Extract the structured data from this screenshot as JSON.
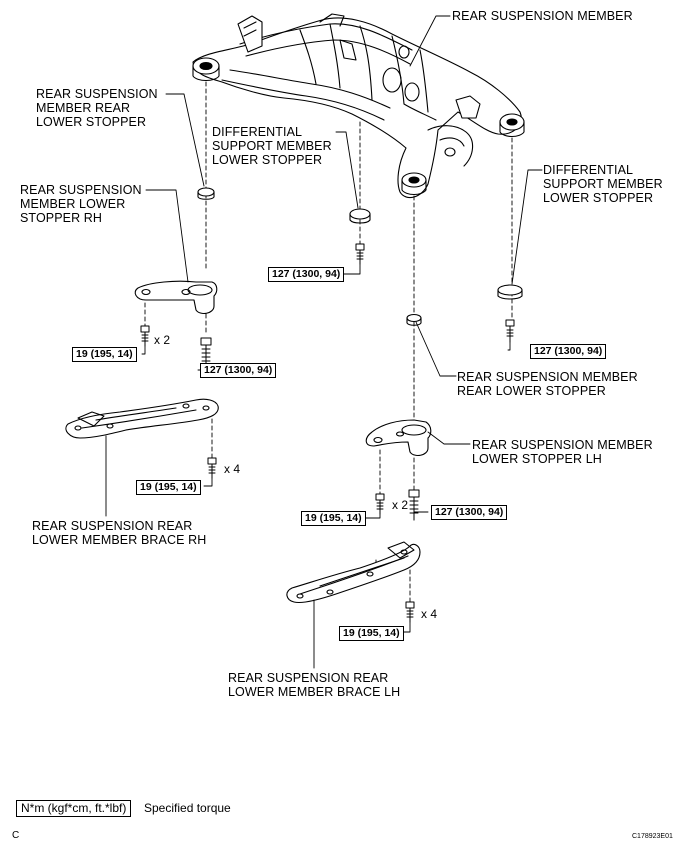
{
  "labels": {
    "rear_suspension_member": "REAR SUSPENSION MEMBER",
    "rear_lower_stopper_top": [
      "REAR SUSPENSION",
      "MEMBER REAR",
      "LOWER STOPPER"
    ],
    "diff_support_left": [
      "DIFFERENTIAL",
      "SUPPORT MEMBER",
      "LOWER STOPPER"
    ],
    "diff_support_right": [
      "DIFFERENTIAL",
      "SUPPORT MEMBER",
      "LOWER STOPPER"
    ],
    "lower_stopper_rh": [
      "REAR SUSPENSION",
      "MEMBER LOWER",
      "STOPPER RH"
    ],
    "rear_lower_stopper_mid": [
      "REAR SUSPENSION MEMBER",
      "REAR LOWER STOPPER"
    ],
    "lower_stopper_lh": [
      "REAR SUSPENSION MEMBER",
      "LOWER STOPPER LH"
    ],
    "brace_rh": [
      "REAR SUSPENSION REAR",
      "LOWER MEMBER BRACE RH"
    ],
    "brace_lh": [
      "REAR SUSPENSION REAR",
      "LOWER MEMBER BRACE LH"
    ]
  },
  "torques": {
    "t_diff_left": "127 (1300, 94)",
    "t_diff_right": "127 (1300, 94)",
    "t_rh_small": "19 (195, 14)",
    "t_rh_large": "127 (1300, 94)",
    "t_brace_rh": "19 (195, 14)",
    "t_lh_small": "19 (195, 14)",
    "t_lh_large": "127 (1300, 94)",
    "t_brace_lh": "19 (195, 14)"
  },
  "multipliers": {
    "m_rh_bolts": "x 2",
    "m_brace_rh": "x 4",
    "m_lh_bolts": "x 2",
    "m_brace_lh": "x 4"
  },
  "legend": {
    "units": "N*m (kgf*cm, ft.*lbf)",
    "description": "Specified torque"
  },
  "footer": {
    "corner_letter": "C",
    "figure_code": "C178923E01"
  }
}
